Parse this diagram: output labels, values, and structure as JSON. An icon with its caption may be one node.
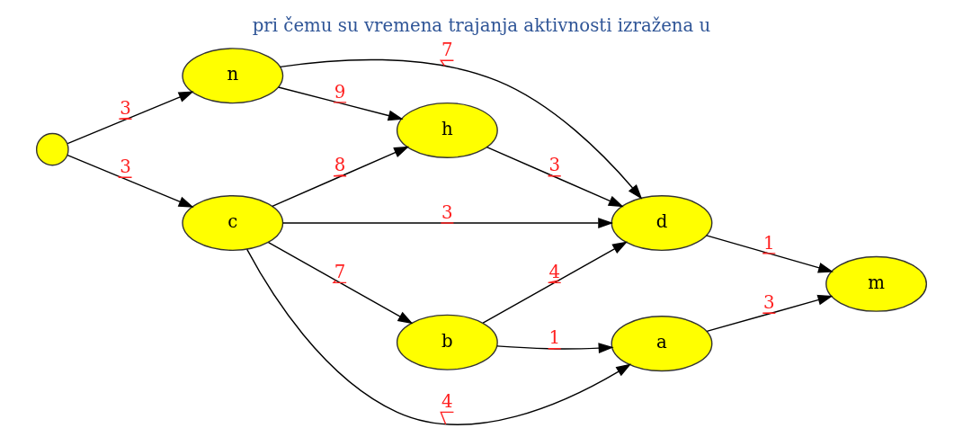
{
  "diagram": {
    "title": "pri čemu su vremena trajanja aktivnosti izražena u",
    "nodes": [
      {
        "text": [],
        "shape": "circle"
      },
      {
        "text": [
          "n"
        ]
      },
      {
        "text": [
          "c"
        ]
      },
      {
        "text": [
          "h"
        ]
      },
      {
        "text": [
          "d"
        ]
      },
      {
        "text": [
          "b"
        ]
      },
      {
        "text": [
          "a"
        ]
      },
      {
        "text": [
          "m"
        ]
      }
    ],
    "edges": [
      {
        "from": 0,
        "to": 1,
        "arrow": "to",
        "label": "3"
      },
      {
        "from": 0,
        "to": 2,
        "arrow": "to",
        "label": "3"
      },
      {
        "from": 1,
        "to": 4,
        "arrow": "to",
        "label": "7"
      },
      {
        "from": 1,
        "to": 3,
        "arrow": "to",
        "label": "9"
      },
      {
        "from": 2,
        "to": 3,
        "arrow": "to",
        "label": "8"
      },
      {
        "from": 3,
        "to": 4,
        "arrow": "to",
        "label": "3"
      },
      {
        "from": 2,
        "to": 4,
        "arrow": "to",
        "label": "3"
      },
      {
        "from": 2,
        "to": 5,
        "arrow": "to",
        "label": "7"
      },
      {
        "from": 5,
        "to": 4,
        "arrow": "to",
        "label": "4"
      },
      {
        "from": 5,
        "to": 6,
        "arrow": "to",
        "label": "1"
      },
      {
        "from": 2,
        "to": 6,
        "arrow": "to",
        "label": "4"
      },
      {
        "from": 4,
        "to": 7,
        "arrow": "to",
        "label": "1"
      },
      {
        "from": 6,
        "to": 7,
        "arrow": "to",
        "label": "3"
      }
    ]
  }
}
